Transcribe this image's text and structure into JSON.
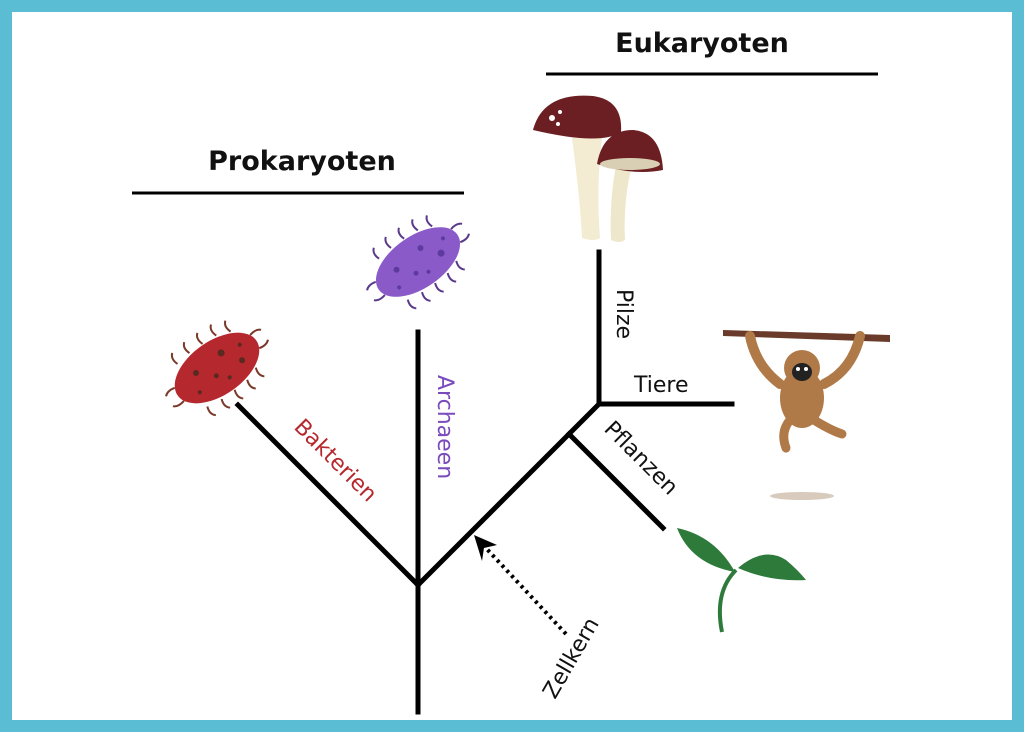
{
  "headings": {
    "prokaryotes": "Prokaryoten",
    "eukaryotes": "Eukaryoten"
  },
  "branches": {
    "bacteria": "Bakterien",
    "archaea": "Archaeen",
    "fungi": "Pilze",
    "animals": "Tiere",
    "plants": "Pflanzen",
    "nucleus": "Zellkern"
  },
  "colors": {
    "frame": "#5bbdd3",
    "bacteria": "#b5282d",
    "archaea": "#7a4bbd",
    "line": "#000000",
    "mushroom": "#6b1f22",
    "plant": "#2d7a3a",
    "monkey": "#b07a48"
  },
  "icons": [
    "bacterium-icon",
    "archaeon-icon",
    "mushroom-icon",
    "monkey-icon",
    "sprout-icon"
  ]
}
